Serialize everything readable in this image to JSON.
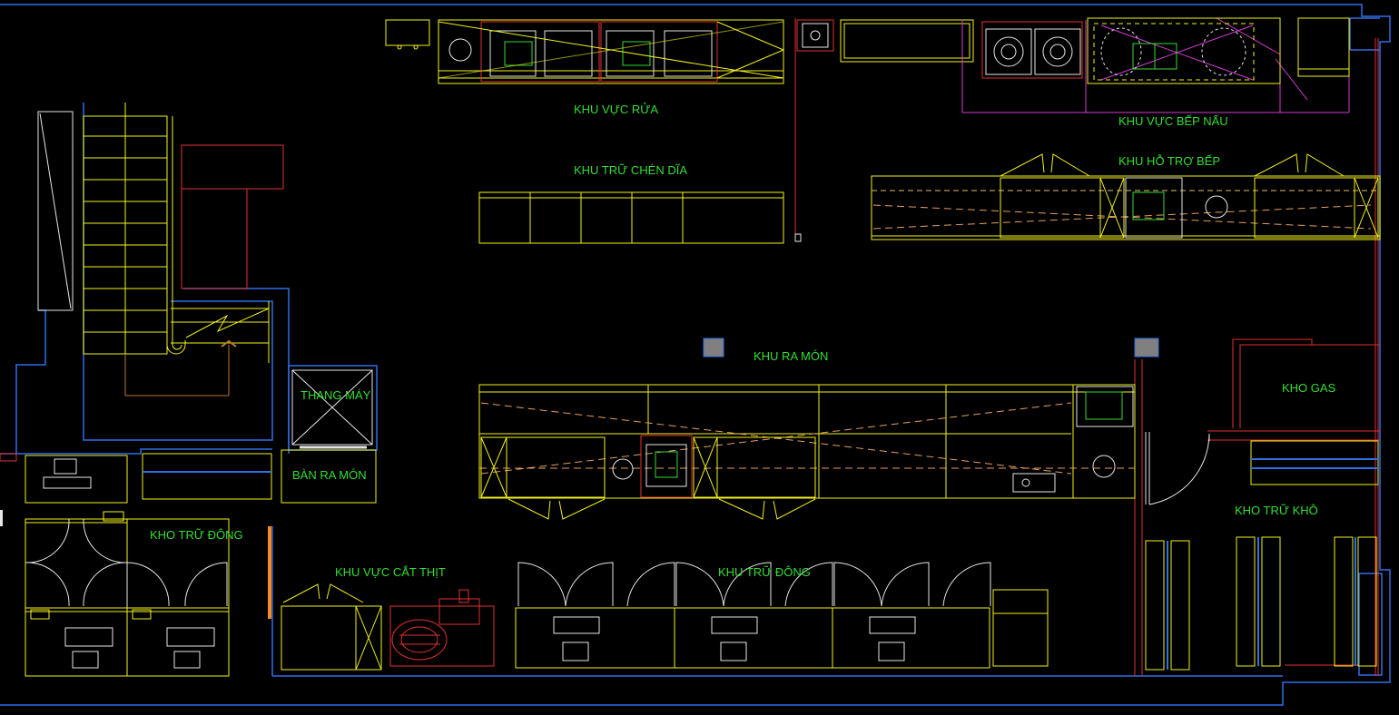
{
  "drawing": {
    "colors": {
      "background": "#000000",
      "label": "#33dd33",
      "equipment": "#f2f21a",
      "walls": "#2f6fe8",
      "red_lines": "#e23030",
      "gas": "#d43bd4",
      "white": "#e6e6e6",
      "orange": "#ff8a1a",
      "brown": "#b87a2a"
    },
    "labels": {
      "khu_vuc_rua": "KHU VỰC RỬA",
      "khu_tru_chen_dia": "KHU TRỮ CHÉN DĨA",
      "khu_vuc_bep_nau": "KHU VỰC BẾP NẤU",
      "khu_ho_tro_bep": "KHU HỖ TRỢ BẾP",
      "khu_ra_mon": "KHU RA MÓN",
      "kho_gas": "KHO GAS",
      "thang_may": "THANG MÁY",
      "ban_ra_mon": "BÀN RA MÓN",
      "kho_tru_dong_left": "KHO TRỮ ĐÔNG",
      "khu_vuc_cat_thit": "KHU VỰC CẮT THỊT",
      "khu_tru_dong": "KHU TRỮ ĐÔNG",
      "kho_tru_kho": "KHO TRỮ KHÔ"
    }
  }
}
